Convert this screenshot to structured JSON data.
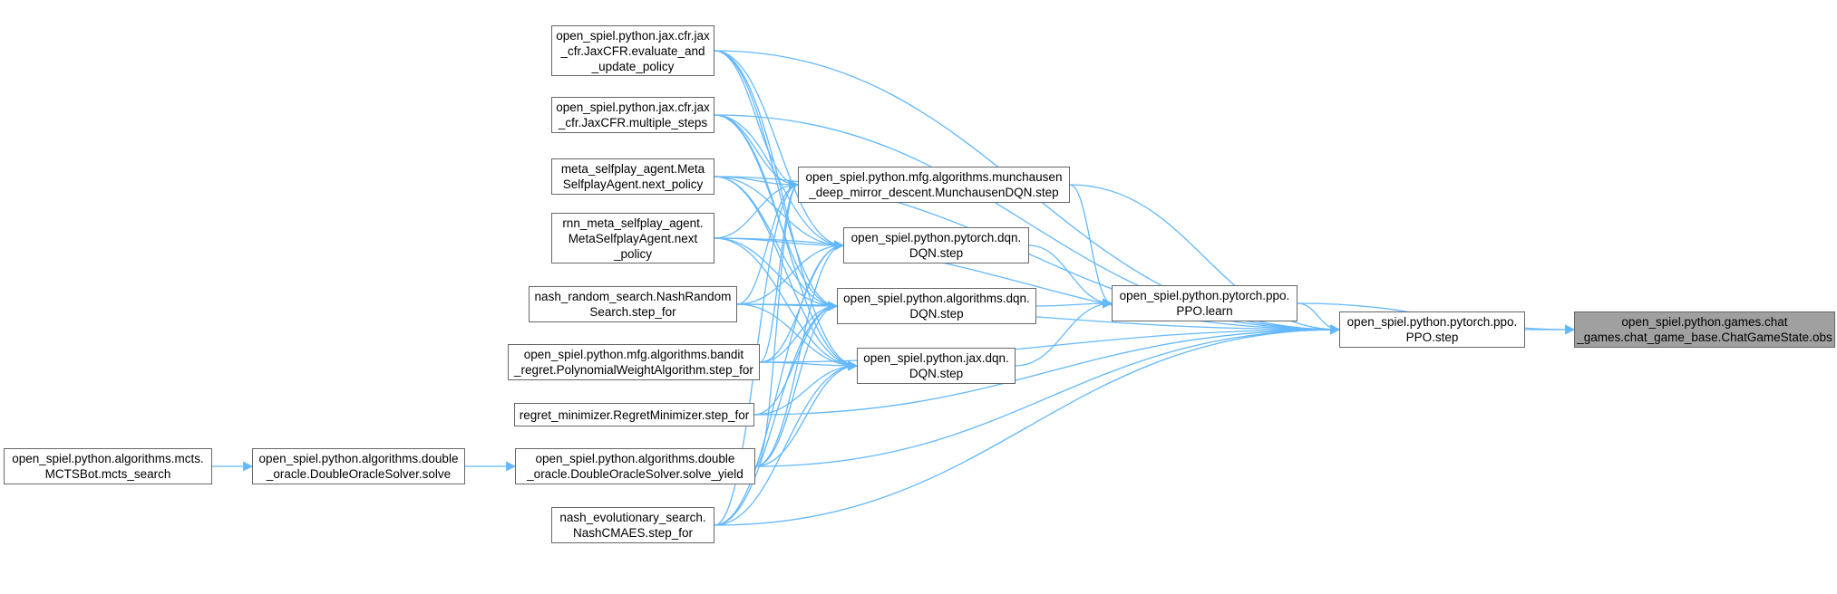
{
  "nodes": [
    {
      "id": "obs",
      "label": "open_spiel.python.games.chat\n_games.chat_game_base.ChatGameState.obs",
      "focus": true
    },
    {
      "id": "ppo_learn",
      "label": "open_spiel.python.pytorch.ppo.\nPPO.learn"
    },
    {
      "id": "ppo_step",
      "label": "open_spiel.python.pytorch.ppo.\nPPO.step"
    },
    {
      "id": "munch",
      "label": "open_spiel.python.mfg.algorithms.munchausen\n_deep_mirror_descent.MunchausenDQN.step"
    },
    {
      "id": "pt_dqn",
      "label": "open_spiel.python.pytorch.dqn.\nDQN.step"
    },
    {
      "id": "alg_dqn",
      "label": "open_spiel.python.algorithms.dqn.\nDQN.step"
    },
    {
      "id": "jax_dqn",
      "label": "open_spiel.python.jax.dqn.\nDQN.step"
    },
    {
      "id": "jaxcfr_eval",
      "label": "open_spiel.python.jax.cfr.jax\n_cfr.JaxCFR.evaluate_and\n_update_policy"
    },
    {
      "id": "jaxcfr_multi",
      "label": "open_spiel.python.jax.cfr.jax\n_cfr.JaxCFR.multiple_steps"
    },
    {
      "id": "meta_sp",
      "label": "meta_selfplay_agent.Meta\nSelfplayAgent.next_policy"
    },
    {
      "id": "rnn_meta",
      "label": "rnn_meta_selfplay_agent.\nMetaSelfplayAgent.next\n_policy"
    },
    {
      "id": "nash_rand",
      "label": "nash_random_search.NashRandom\nSearch.step_for"
    },
    {
      "id": "bandit",
      "label": "open_spiel.python.mfg.algorithms.bandit\n_regret.PolynomialWeightAlgorithm.step_for"
    },
    {
      "id": "regret_min",
      "label": "regret_minimizer.RegretMinimizer.step_for"
    },
    {
      "id": "do_yield",
      "label": "open_spiel.python.algorithms.double\n_oracle.DoubleOracleSolver.solve_yield"
    },
    {
      "id": "nash_evo",
      "label": "nash_evolutionary_search.\nNashCMAES.step_for"
    },
    {
      "id": "do_solve",
      "label": "open_spiel.python.algorithms.double\n_oracle.DoubleOracleSolver.solve"
    },
    {
      "id": "mcts",
      "label": "open_spiel.python.algorithms.mcts.\nMCTSBot.mcts_search"
    }
  ],
  "edges": [
    [
      "ppo_learn",
      "obs"
    ],
    [
      "ppo_step",
      "obs"
    ],
    [
      "ppo_learn",
      "ppo_step"
    ],
    [
      "munch",
      "ppo_learn"
    ],
    [
      "pt_dqn",
      "ppo_learn"
    ],
    [
      "alg_dqn",
      "ppo_learn"
    ],
    [
      "jax_dqn",
      "ppo_learn"
    ],
    [
      "munch",
      "ppo_step"
    ],
    [
      "jaxcfr_eval",
      "ppo_step"
    ],
    [
      "jaxcfr_multi",
      "ppo_step"
    ],
    [
      "meta_sp",
      "ppo_step"
    ],
    [
      "rnn_meta",
      "ppo_step"
    ],
    [
      "nash_rand",
      "ppo_step"
    ],
    [
      "bandit",
      "ppo_step"
    ],
    [
      "regret_min",
      "ppo_step"
    ],
    [
      "do_yield",
      "ppo_step"
    ],
    [
      "nash_evo",
      "ppo_step"
    ],
    [
      "jaxcfr_eval",
      "munch"
    ],
    [
      "jaxcfr_multi",
      "munch"
    ],
    [
      "meta_sp",
      "munch"
    ],
    [
      "rnn_meta",
      "munch"
    ],
    [
      "nash_rand",
      "munch"
    ],
    [
      "bandit",
      "munch"
    ],
    [
      "do_yield",
      "munch"
    ],
    [
      "nash_evo",
      "munch"
    ],
    [
      "jaxcfr_eval",
      "pt_dqn"
    ],
    [
      "jaxcfr_multi",
      "pt_dqn"
    ],
    [
      "meta_sp",
      "pt_dqn"
    ],
    [
      "rnn_meta",
      "pt_dqn"
    ],
    [
      "nash_rand",
      "pt_dqn"
    ],
    [
      "bandit",
      "pt_dqn"
    ],
    [
      "do_yield",
      "pt_dqn"
    ],
    [
      "nash_evo",
      "pt_dqn"
    ],
    [
      "jaxcfr_eval",
      "alg_dqn"
    ],
    [
      "jaxcfr_multi",
      "alg_dqn"
    ],
    [
      "meta_sp",
      "alg_dqn"
    ],
    [
      "rnn_meta",
      "alg_dqn"
    ],
    [
      "nash_rand",
      "alg_dqn"
    ],
    [
      "bandit",
      "alg_dqn"
    ],
    [
      "regret_min",
      "alg_dqn"
    ],
    [
      "do_yield",
      "alg_dqn"
    ],
    [
      "nash_evo",
      "alg_dqn"
    ],
    [
      "jaxcfr_eval",
      "jax_dqn"
    ],
    [
      "jaxcfr_multi",
      "jax_dqn"
    ],
    [
      "meta_sp",
      "jax_dqn"
    ],
    [
      "rnn_meta",
      "jax_dqn"
    ],
    [
      "nash_rand",
      "jax_dqn"
    ],
    [
      "bandit",
      "jax_dqn"
    ],
    [
      "regret_min",
      "jax_dqn"
    ],
    [
      "do_yield",
      "jax_dqn"
    ],
    [
      "nash_evo",
      "jax_dqn"
    ],
    [
      "do_solve",
      "do_yield"
    ],
    [
      "mcts",
      "do_solve"
    ]
  ],
  "colors": {
    "edge": "#63b8ff",
    "node_border": "#666666",
    "focus_fill": "#a0a0a0",
    "background": "#ffffff"
  }
}
